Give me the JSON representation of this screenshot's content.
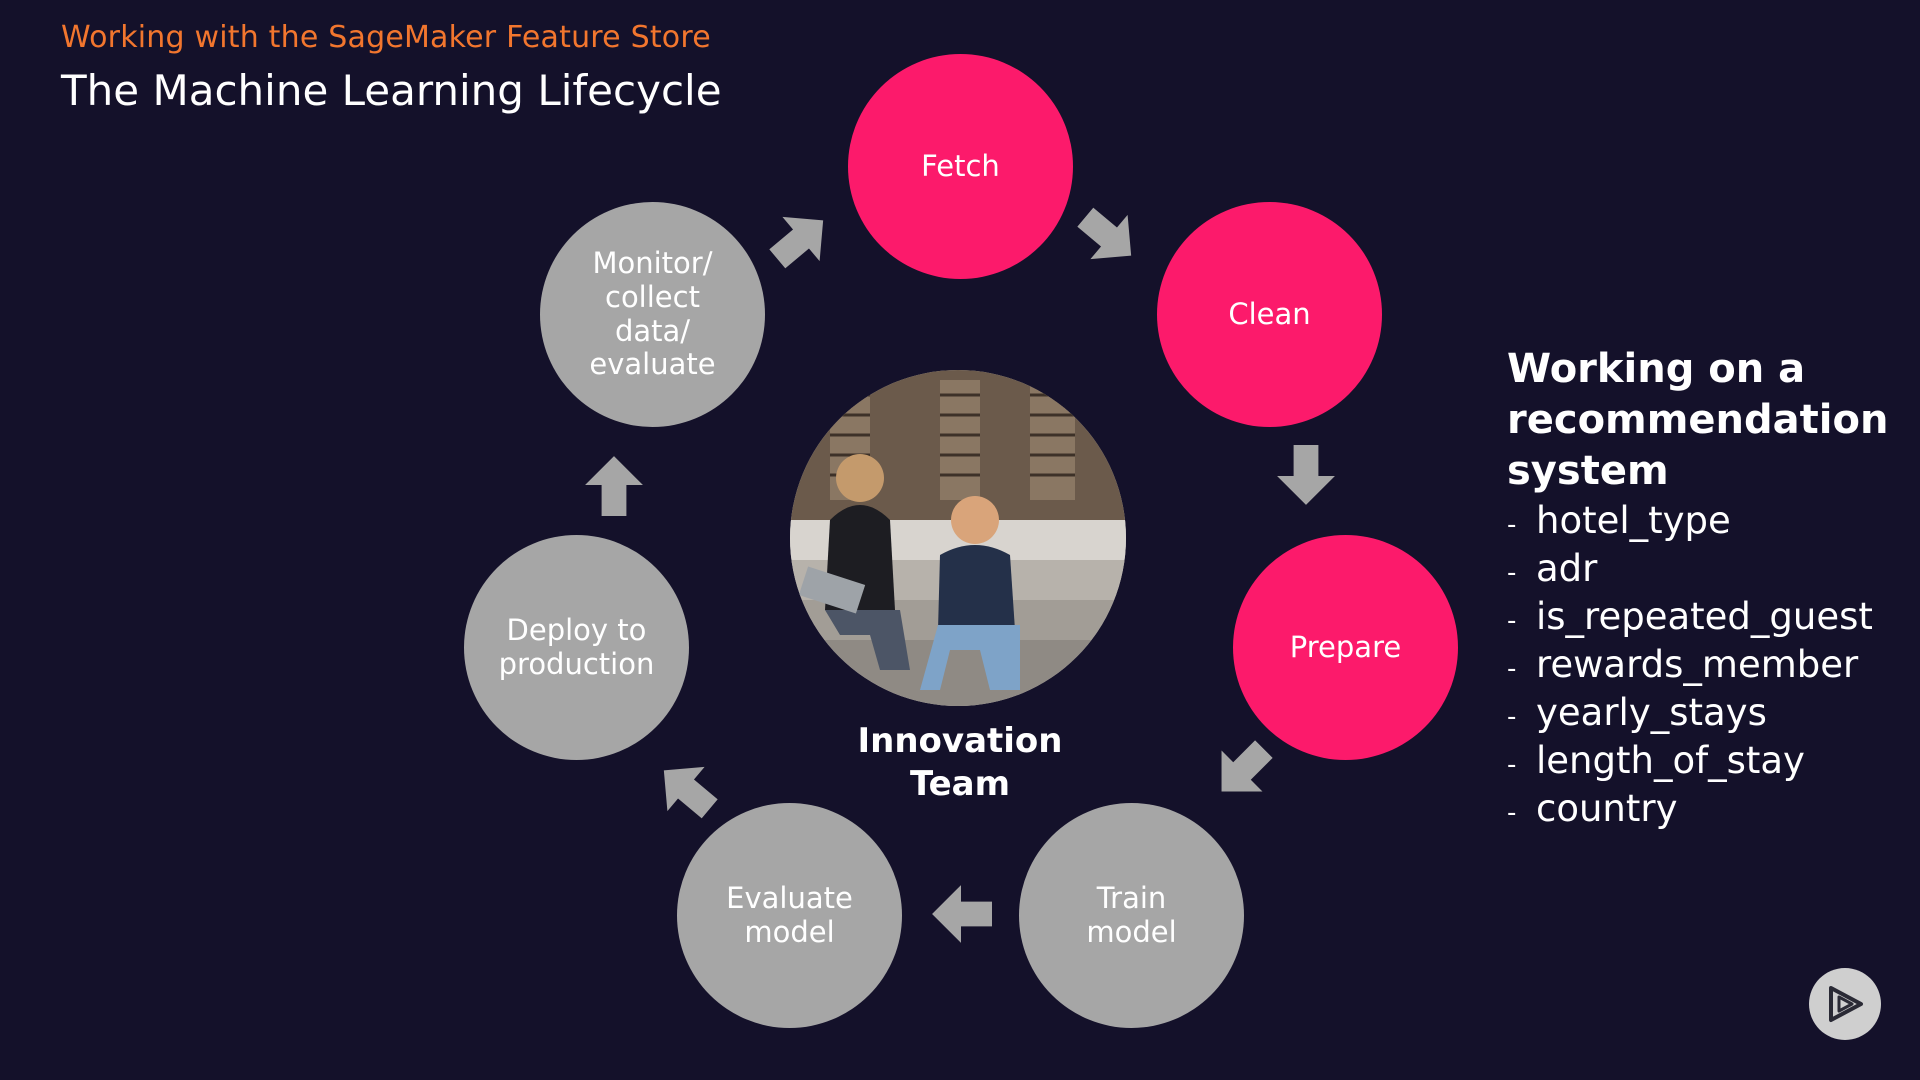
{
  "header": {
    "subtitle": "Working with the SageMaker Feature Store",
    "title": "The Machine Learning Lifecycle"
  },
  "lifecycle": {
    "nodes": [
      {
        "label": "Fetch",
        "color": "#fc1a6b"
      },
      {
        "label": "Clean",
        "color": "#fc1a6b"
      },
      {
        "label": "Prepare",
        "color": "#fc1a6b"
      },
      {
        "label": "Train\nmodel",
        "color": "#a6a6a6"
      },
      {
        "label": "Evaluate\nmodel",
        "color": "#a6a6a6"
      },
      {
        "label": "Deploy to\nproduction",
        "color": "#a6a6a6"
      },
      {
        "label": "Monitor/\ncollect\ndata/\nevaluate",
        "color": "#a6a6a6"
      }
    ],
    "arrow_color": "#a6a6a6",
    "center": {
      "label": "Innovation\nTeam",
      "image": "two people sitting on outdoor steps"
    }
  },
  "side_panel": {
    "heading": "Working on a\nrecommendation\nsystem",
    "items": [
      "hotel_type",
      "adr",
      "is_repeated_guest",
      "rewards_member",
      "yearly_stays",
      "length_of_stay",
      "country"
    ]
  },
  "colors": {
    "background": "#14112a",
    "accent_orange": "#f2762e",
    "pink": "#fc1a6b",
    "grey": "#a6a6a6"
  },
  "icons": {
    "play": "play-logo-icon"
  }
}
